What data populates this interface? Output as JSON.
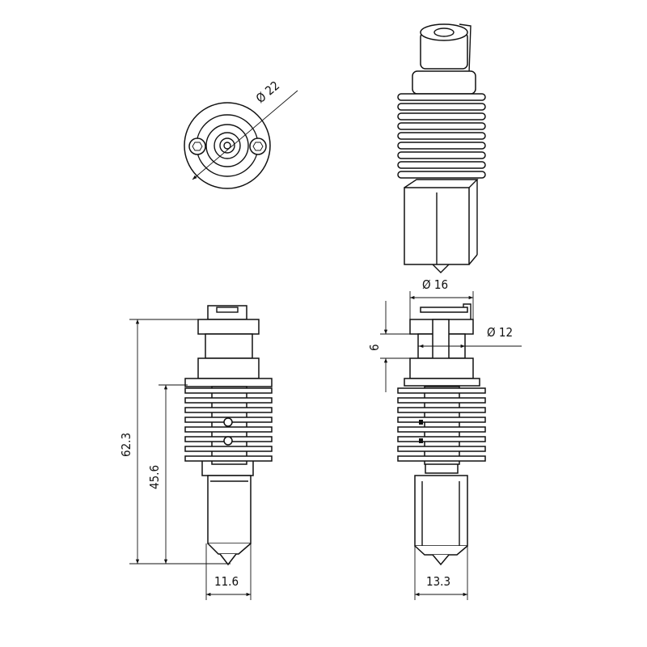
{
  "drawing": {
    "views": [
      "top-view",
      "isometric-view",
      "front-view",
      "side-view"
    ],
    "dimensions": {
      "top_diameter": "Ø 22",
      "collar_diameter": "Ø 16",
      "groove_diameter": "Ø 12",
      "groove_height": "6",
      "total_height": "62.3",
      "heatsink_height": "45.6",
      "front_width": "11.6",
      "side_width": "13.3"
    },
    "line_color": "#111111",
    "background": "#ffffff"
  }
}
